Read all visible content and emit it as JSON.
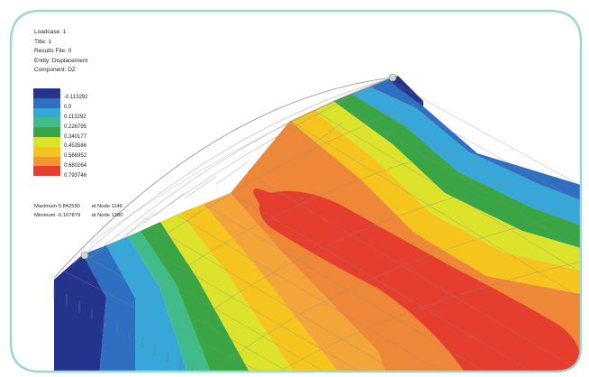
{
  "header": {
    "loadcase": "Loadcase: 1",
    "title": "Title: 1",
    "results_file": "Results File: 0",
    "entity": "Entity: Displacement",
    "component": "Component: DZ"
  },
  "legend": {
    "items": [
      {
        "color": "#24338c",
        "value": "-0.113292"
      },
      {
        "color": "#2f6fc2",
        "value": "0.0"
      },
      {
        "color": "#36a7d8",
        "value": "0.113292"
      },
      {
        "color": "#3fbc8a",
        "value": "0.226795"
      },
      {
        "color": "#3aa544",
        "value": "0.340177"
      },
      {
        "color": "#dde22a",
        "value": "0.453586"
      },
      {
        "color": "#f5c51d",
        "value": "0.566952"
      },
      {
        "color": "#f19632",
        "value": "0.680264"
      },
      {
        "color": "#e53d2e",
        "value": "0.793746"
      },
      {
        "color": "#ffffff",
        "value": ""
      }
    ]
  },
  "extrema": {
    "maximum_value": "Maximum 0.842590",
    "maximum_node": "at Node 1146",
    "minimum_value": "Minimum -0.167879",
    "minimum_node": "at Node 1280"
  },
  "contour_colors": {
    "navy": "#24338c",
    "blue": "#2f6fc2",
    "cyan": "#36a7d8",
    "teal": "#3fbc8a",
    "green": "#3aa544",
    "yellow": "#dde22a",
    "gold": "#f5c51d",
    "orange_light": "#f3a53a",
    "orange": "#ee8838",
    "red": "#e53d2e",
    "frame": "#9ed6d3",
    "mesh": "#8a8a8a"
  }
}
